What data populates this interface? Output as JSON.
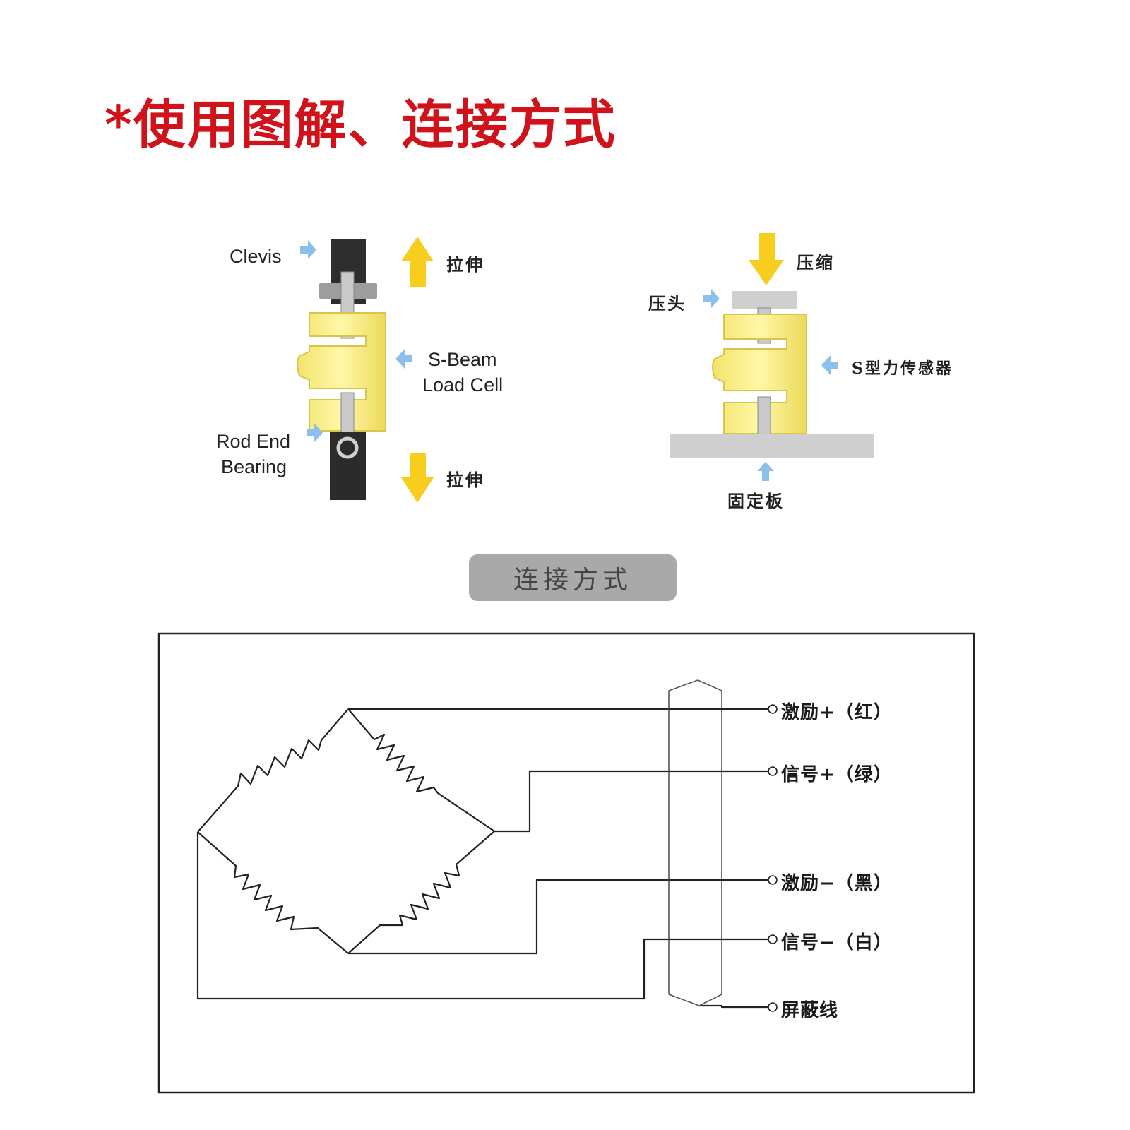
{
  "title": "*使用图解、连接方式",
  "colors": {
    "title": "#d0121b",
    "sensor": "#f3e77a",
    "arrow_yellow": "#f7cd1e",
    "pointer_blue": "#8cc0ec"
  },
  "tension_diagram": {
    "clevis_label": "Clevis",
    "sbeam_label_line1": "S-Beam",
    "sbeam_label_line2": "Load Cell",
    "rod_end_line1": "Rod End",
    "rod_end_line2": "Bearing",
    "pull_up_label": "拉伸",
    "pull_down_label": "拉伸"
  },
  "compression_diagram": {
    "compress_label": "压缩",
    "press_head_label": "压头",
    "sensor_label": "S型力传感器",
    "base_plate_label": "固定板"
  },
  "section_label": "连接方式",
  "wiring": {
    "terminals": [
      {
        "label": "激励+（红）"
      },
      {
        "label": "信号+（绿）"
      },
      {
        "label": "激励−（黑）"
      },
      {
        "label": "信号−（白）"
      },
      {
        "label": "屏蔽线"
      }
    ]
  }
}
